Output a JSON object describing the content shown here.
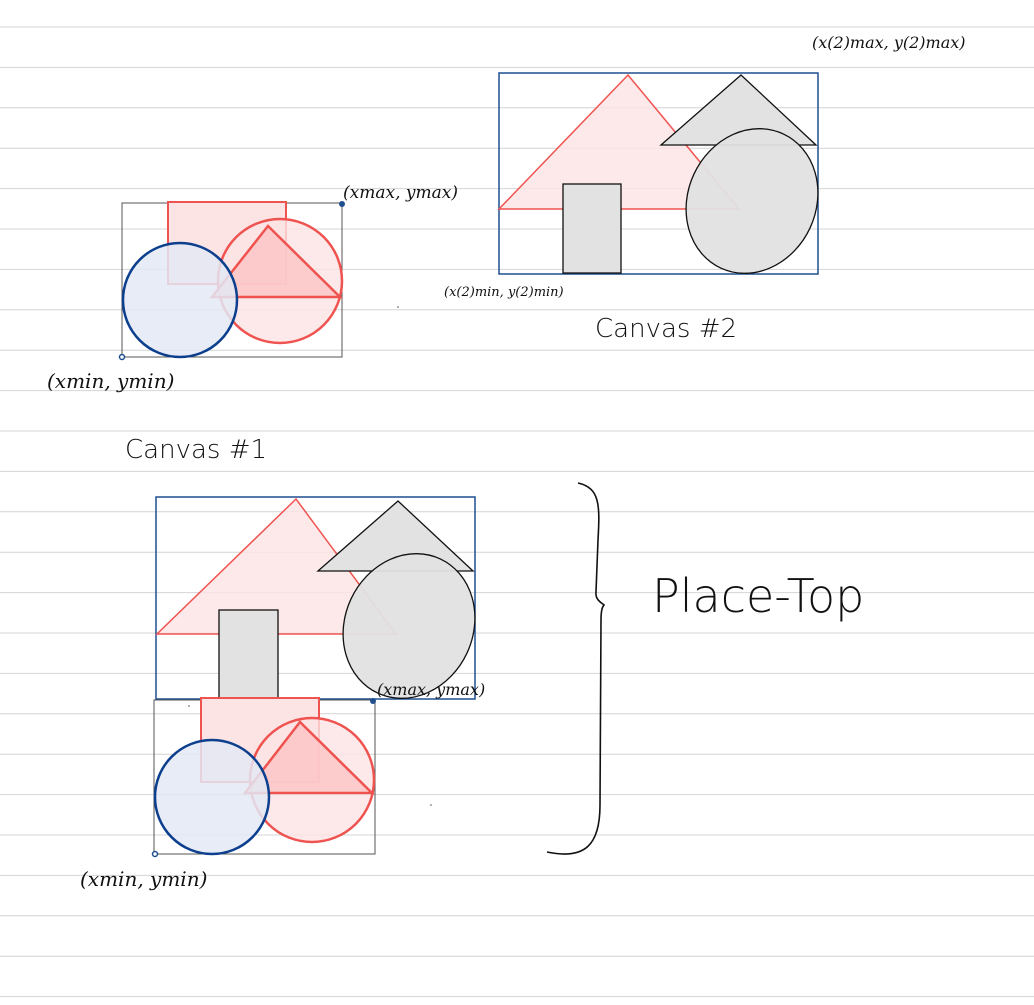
{
  "colors": {
    "paper_line": "#d4d4d4",
    "blue_frame": "#1f4f8f",
    "gray_frame": "#555555",
    "red_stroke": "#ef5350",
    "red_fill": "#fde4e4",
    "red_fill_strong": "#fbc6c6",
    "blue_circle": "#0d3f8f",
    "blue_circle_fill": "#e3e9f4",
    "gray_fill": "#e2e2e2",
    "ink": "#111111"
  },
  "canvas1": {
    "max_label": "(xmax, ymax)",
    "min_label": "(xmin, ymin)",
    "caption": "Canvas #1"
  },
  "canvas2": {
    "max_label": "(x(2)max, y(2)max)",
    "min_label": "(x(2)min, y(2)min)",
    "caption": "Canvas #2"
  },
  "combined": {
    "max_label": "(xmax, ymax)",
    "min_label": "(xmin, ymin)",
    "operation": "Place-Top"
  }
}
